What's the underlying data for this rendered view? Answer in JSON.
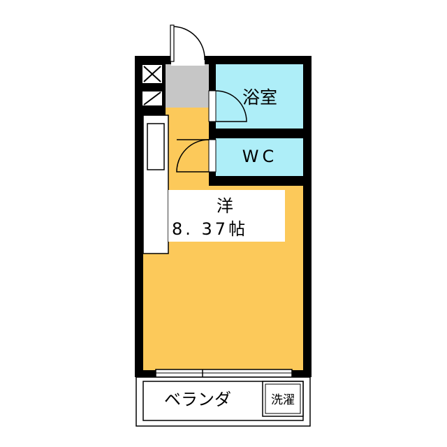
{
  "floorplan": {
    "rooms": {
      "bath": "浴室",
      "wc": "WC",
      "western_room": "洋",
      "western_room_size": "8. 37帖",
      "veranda": "ベランダ",
      "laundry": "洗濯"
    },
    "colors": {
      "wall": "#000000",
      "room_floor": "#fcc95a",
      "wet_area": "#aeeef8",
      "entrance": "#c6c6c6",
      "background": "#ffffff"
    }
  }
}
